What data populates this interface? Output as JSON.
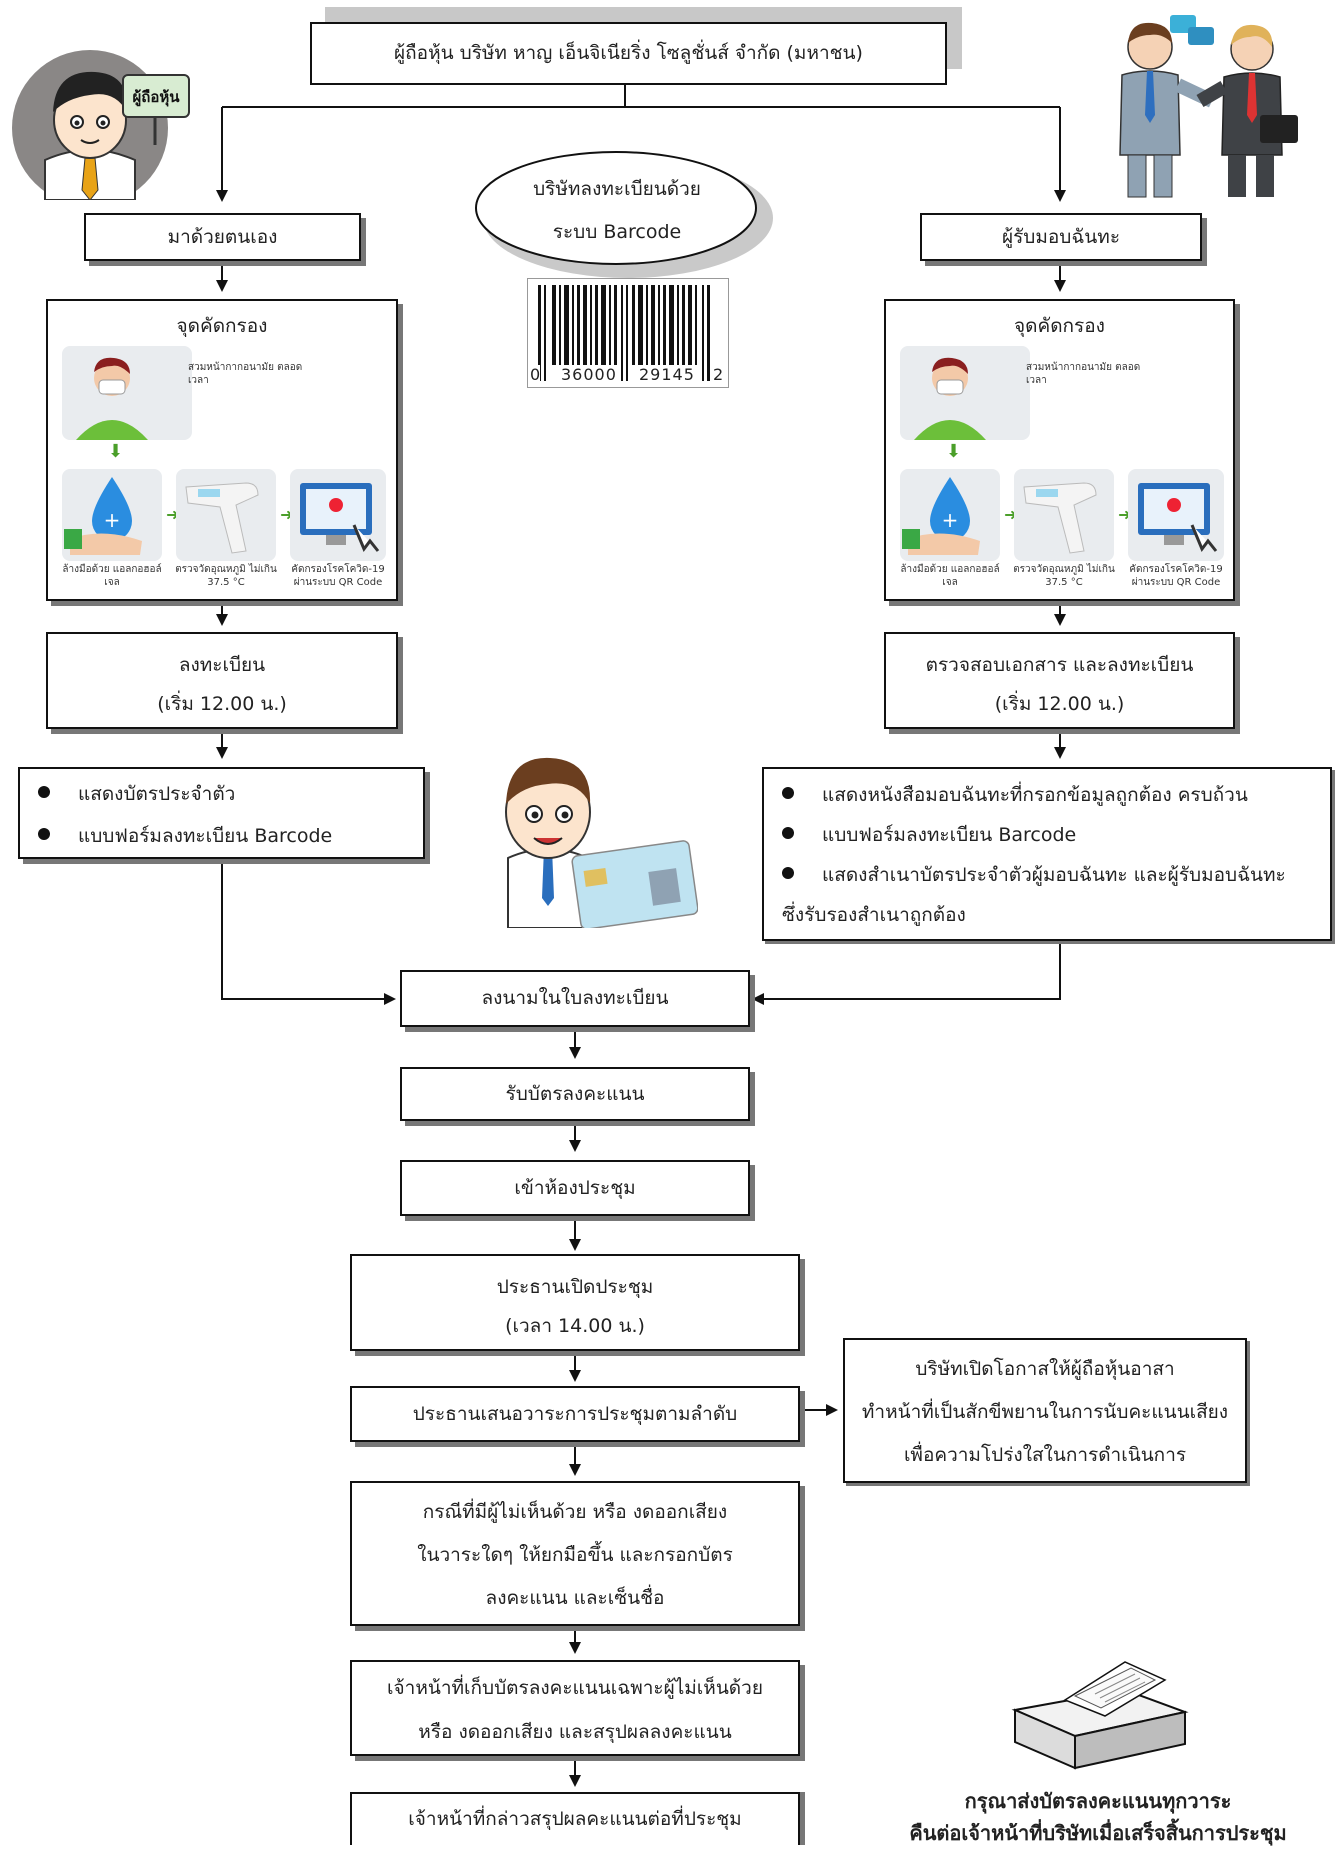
{
  "top_title": "ผู้ถือหุ้น บริษัท หาญ เอ็นจิเนียริ่ง โซลูชั่นส์ จำกัด (มหาชน)",
  "shareholder_sign": "ผู้ถือหุ้น",
  "barcode": {
    "ellipse_line1": "บริษัทลงทะเบียนด้วย",
    "ellipse_line2": "ระบบ Barcode",
    "digits_left": "0",
    "digits_mid1": "36000",
    "digits_mid2": "29145",
    "digits_right": "2"
  },
  "left_branch": {
    "title": "มาด้วยตนเอง",
    "screening_title": "จุดคัดกรอง",
    "screening_mask": "สวมหน้ากากอนามัย ตลอดเวลา",
    "screening_wash": "ล้างมือด้วย แอลกอฮอล์เจล",
    "screening_temp": "ตรวจวัดอุณหภูมิ ไม่เกิน 37.5 °C",
    "screening_qr": "คัดกรองโรคโควิด-19 ผ่านระบบ QR Code",
    "register_line1": "ลงทะเบียน",
    "register_line2": "(เริ่ม 12.00 น.)",
    "docs": [
      "แสดงบัตรประจำตัว",
      "แบบฟอร์มลงทะเบียน Barcode"
    ]
  },
  "right_branch": {
    "title": "ผู้รับมอบฉันทะ",
    "screening_title": "จุดคัดกรอง",
    "screening_mask": "สวมหน้ากากอนามัย ตลอดเวลา",
    "screening_wash": "ล้างมือด้วย แอลกอฮอล์เจล",
    "screening_temp": "ตรวจวัดอุณหภูมิ ไม่เกิน 37.5 °C",
    "screening_qr": "คัดกรองโรคโควิด-19 ผ่านระบบ QR Code",
    "register_line1": "ตรวจสอบเอกสาร และลงทะเบียน",
    "register_line2": "(เริ่ม 12.00 น.)",
    "docs": [
      "แสดงหนังสือมอบฉันทะที่กรอกข้อมูลถูกต้อง ครบถ้วน",
      "แบบฟอร์มลงทะเบียน Barcode",
      "แสดงสำเนาบัตรประจำตัวผู้มอบฉันทะ และผู้รับมอบฉันทะ"
    ],
    "docs_continuation": "ซึ่งรับรองสำเนาถูกต้อง"
  },
  "steps": {
    "sign_name": "ลงนามในใบลงทะเบียน",
    "receive_ballot": "รับบัตรลงคะแนน",
    "enter_room": "เข้าห้องประชุม",
    "chair_open_1": "ประธานเปิดประชุม",
    "chair_open_2": "(เวลา 14.00 น.)",
    "agenda": "ประธานเสนอวาระการประชุมตามลำดับ",
    "volunteer_1": "บริษัทเปิดโอกาสให้ผู้ถือหุ้นอาสา",
    "volunteer_2": "ทำหน้าที่เป็นสักขีพยานในการนับคะแนนเสียง",
    "volunteer_3": "เพื่อความโปร่งใสในการดำเนินการ",
    "disagree_1": "กรณีที่มีผู้ไม่เห็นด้วย หรือ งดออกเสียง",
    "disagree_2": "ในวาระใดๆ ให้ยกมือขึ้น และกรอกบัตร",
    "disagree_3": "ลงคะแนน และเซ็นชื่อ",
    "collect_1": "เจ้าหน้าที่เก็บบัตรลงคะแนนเฉพาะผู้ไม่เห็นด้วย",
    "collect_2": "หรือ งดออกเสียง และสรุปผลลงคะแนน",
    "announce": "เจ้าหน้าที่กล่าวสรุปผลคะแนนต่อที่ประชุม"
  },
  "footer_note": {
    "line1": "กรุณาส่งบัตรลงคะแนนทุกวาระ",
    "line2": "คืนต่อเจ้าหน้าที่บริษัทเมื่อเสร็จสิ้นการประชุม"
  }
}
